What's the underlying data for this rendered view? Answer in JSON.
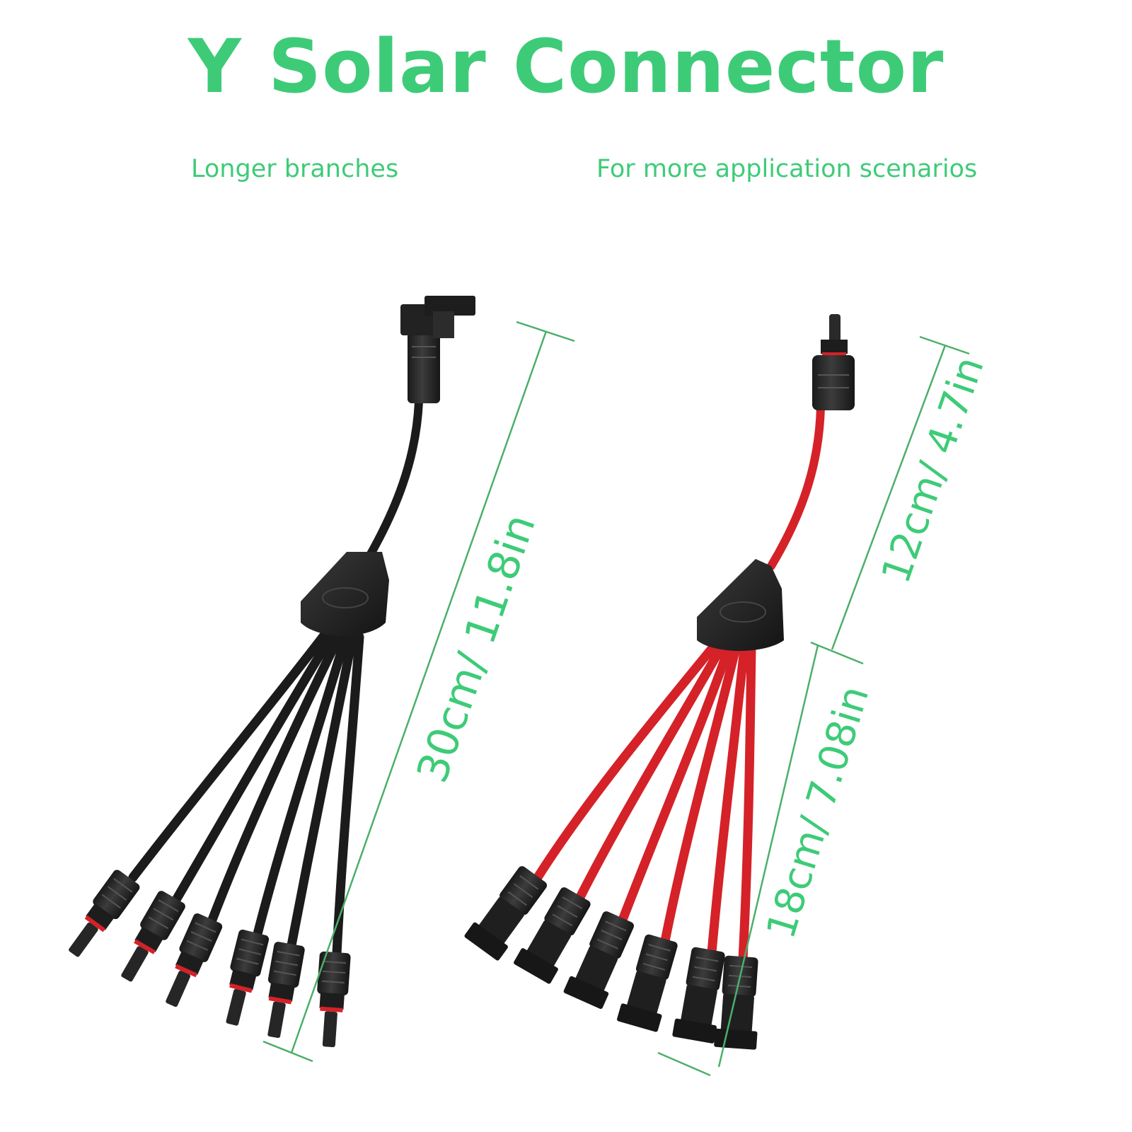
{
  "title": "Y Solar Connector",
  "subtitle_left": "Longer branches",
  "subtitle_right": "For more application scenarios",
  "colors": {
    "accent_green": "#3ecb78",
    "line_green": "#4caf6a",
    "cable_black": "#1b1b1b",
    "cable_red": "#d42228",
    "connector": "#262626"
  },
  "left_cable": {
    "color": "black",
    "dimension_label": "30cm/ 11.8in"
  },
  "right_cable": {
    "color": "red",
    "dimension_top": "12cm/ 4.7in",
    "dimension_bottom": "18cm/ 7.08in"
  }
}
